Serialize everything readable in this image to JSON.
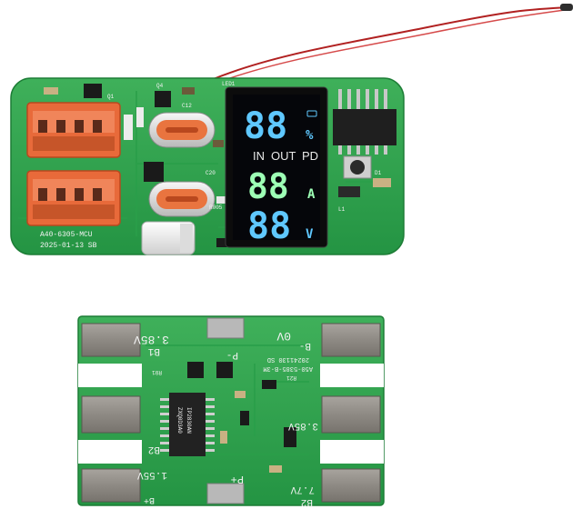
{
  "board_top": {
    "model_label": "A40-6305-MCU",
    "date_label": "2025-01-13 SB",
    "display": {
      "percent_digits": "88",
      "percent_unit": "%",
      "mode_labels": [
        "IN",
        "OUT",
        "PD"
      ],
      "current_digits": "88",
      "current_unit": "A",
      "voltage_digits": "88",
      "voltage_unit": "V",
      "colors": {
        "percent": "#5fc8ff",
        "current": "#9dffb5",
        "voltage": "#5fc8ff"
      }
    },
    "component_labels": [
      "Q1",
      "Q4",
      "C12",
      "C20",
      "R005",
      "LED1",
      "L1",
      "D1"
    ]
  },
  "board_bottom": {
    "labels": {
      "v_top_left": "3.85V",
      "b1": "B1",
      "p_minus": "P-",
      "zero_v": "0V",
      "b_minus": "B-",
      "date": "20241130 SD",
      "part": "A50-5385-B-3M",
      "r21": "R21",
      "chip_main": "IP2830AN",
      "chip_sub": "ZXQ0D3A0",
      "v_mid_right": "3.85V",
      "b2_left": "B2",
      "v_bottom_left": "1.55V",
      "p_plus": "P+",
      "v_bottom_right": "7.7V",
      "b2_right": "B2",
      "b_plus": "B+",
      "r01": "R01"
    }
  }
}
